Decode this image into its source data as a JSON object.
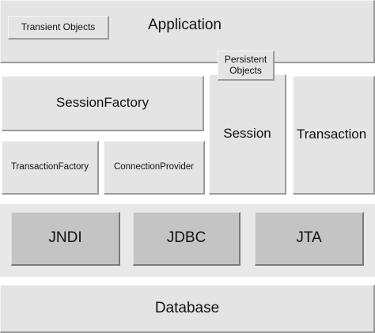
{
  "application": {
    "label": "Application",
    "transient_objects": "Transient Objects",
    "persistent_objects_line1": "Persistent",
    "persistent_objects_line2": "Objects"
  },
  "core": {
    "session_factory": "SessionFactory",
    "transaction_factory": "TransactionFactory",
    "connection_provider": "ConnectionProvider",
    "session": "Session",
    "transaction": "Transaction"
  },
  "services": {
    "jndi": "JNDI",
    "jdbc": "JDBC",
    "jta": "JTA"
  },
  "database": {
    "label": "Database"
  },
  "colors": {
    "panel": "#e4e4e4",
    "panel_dark": "#c4c4c4",
    "background": "#ffffff",
    "text": "#111111"
  }
}
